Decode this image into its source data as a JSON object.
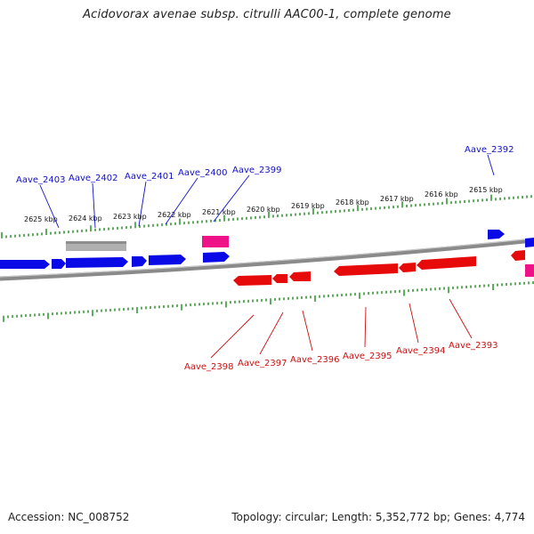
{
  "title": "Acidovorax avenae subsp. citrulli AAC00-1, complete genome",
  "footer": {
    "accession": "Accession: NC_008752",
    "stats": "Topology: circular; Length: 5,352,772 bp; Genes: 4,774"
  },
  "colors": {
    "forward_gene": "#0a0ae6",
    "reverse_gene": "#e60a0a",
    "rna_gene": "#ee1188",
    "pseudo_gene": "#b0b0b0",
    "tick": "#1a8a1a",
    "backbone": "#8a8a8a",
    "forward_label": "#1010cc",
    "reverse_label": "#cc1010"
  },
  "scale_ticks": [
    "2625 kbp",
    "2624 kbp",
    "2623 kbp",
    "2622 kbp",
    "2621 kbp",
    "2620 kbp",
    "2619 kbp",
    "2618 kbp",
    "2617 kbp",
    "2616 kbp",
    "2615 kbp"
  ],
  "forward_gene_labels": [
    "Aave_2403",
    "Aave_2402",
    "Aave_2401",
    "Aave_2400",
    "Aave_2399",
    "Aave_2392"
  ],
  "reverse_gene_labels": [
    "Aave_2398",
    "Aave_2397",
    "Aave_2396",
    "Aave_2395",
    "Aave_2394",
    "Aave_2393"
  ]
}
